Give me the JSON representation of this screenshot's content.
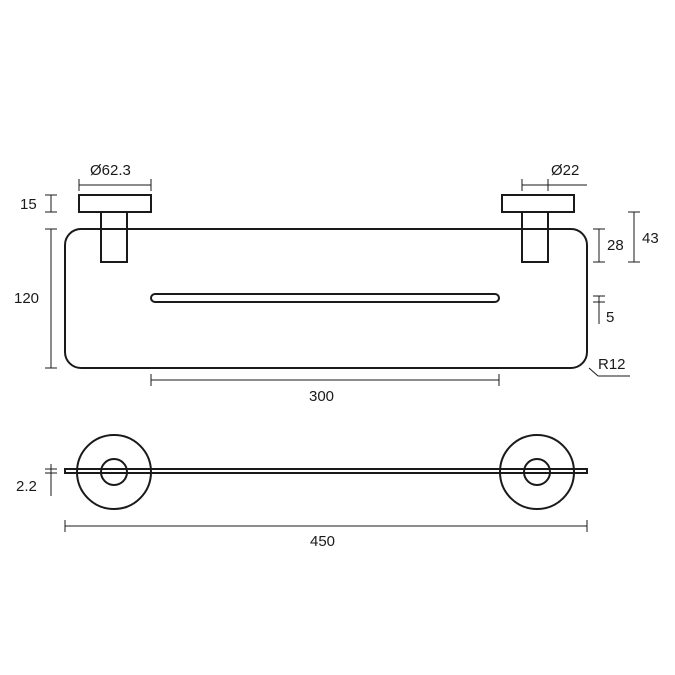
{
  "dimensions": {
    "flange_diameter": "Ø62.3",
    "bracket_diameter": "Ø22",
    "flange_thickness": "15",
    "shelf_height": "120",
    "bracket_height": "28",
    "overall_height": "43",
    "slot_height": "5",
    "corner_radius": "R12",
    "slot_length": "300",
    "glass_thickness": "2.2",
    "overall_length": "450"
  }
}
